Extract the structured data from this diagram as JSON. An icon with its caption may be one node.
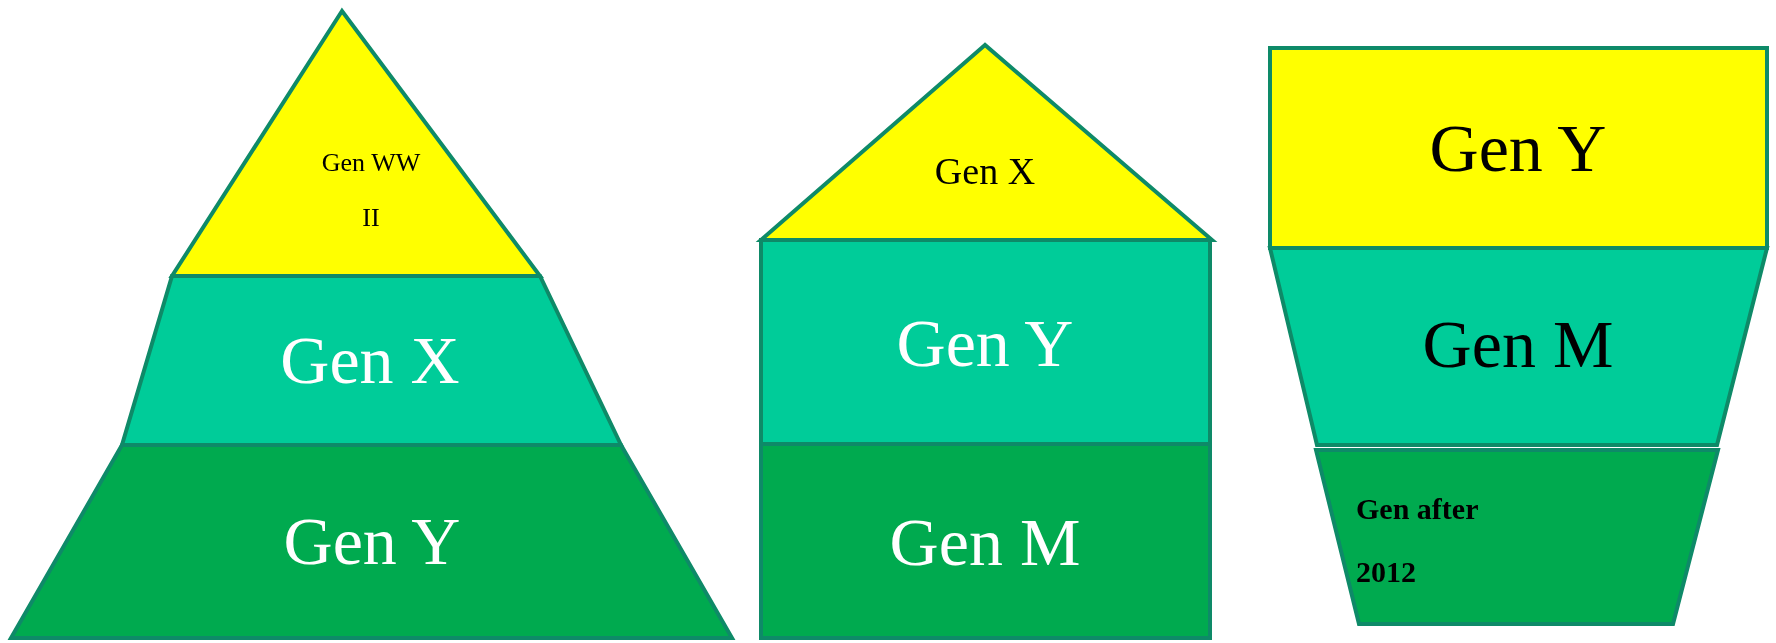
{
  "diagram": {
    "nodes": [
      {
        "text": [
          "Gen WW II"
        ]
      },
      {
        "text": [
          "Gen X"
        ]
      },
      {
        "text": [
          "Gen Y"
        ]
      },
      {
        "text": [
          "Gen X"
        ]
      },
      {
        "text": [
          "Gen Y"
        ]
      },
      {
        "text": [
          "Gen M"
        ]
      },
      {
        "text": [
          "Gen Y"
        ]
      },
      {
        "text": [
          "Gen M"
        ]
      },
      {
        "text": [
          "Gen after 2012"
        ]
      }
    ]
  }
}
